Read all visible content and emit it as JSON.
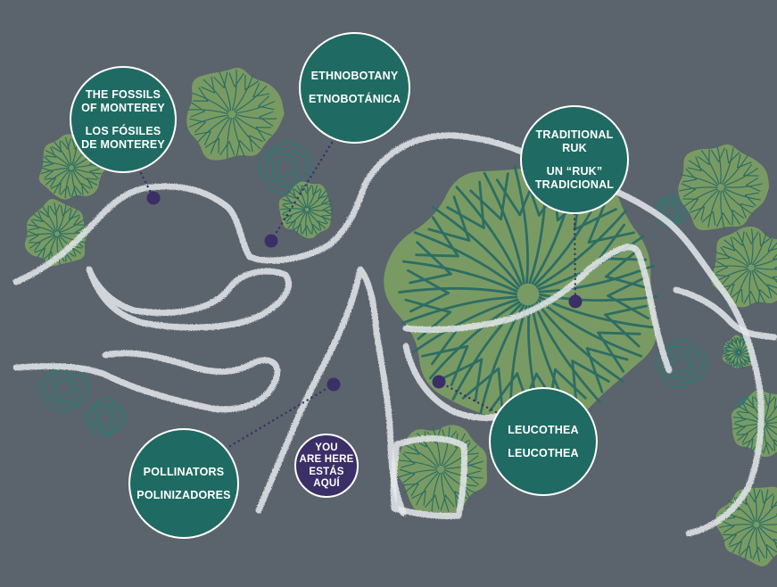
{
  "map": {
    "colors": {
      "background": "#5b636d",
      "stop_fill": "#1f6b63",
      "you_are_here_fill": "#3a2f66",
      "marker_dot": "#3a2f66",
      "tree_canopy": "#7fa461",
      "tree_vein": "#2d6d64",
      "shrub_outline": "#2f7a72",
      "trail": "#e6e9ec"
    },
    "stops": [
      {
        "id": "fossils",
        "en": [
          "THE FOSSILS",
          "OF MONTEREY"
        ],
        "es": [
          "LOS FÓSILES",
          "DE MONTEREY"
        ]
      },
      {
        "id": "ethnobotany",
        "en": [
          "ETHNOBOTANY"
        ],
        "es": [
          "ETNOBOTÁNICA"
        ]
      },
      {
        "id": "ruk",
        "en": [
          "TRADITIONAL",
          "RUK"
        ],
        "es": [
          "UN “RUK”",
          "TRADICIONAL"
        ]
      },
      {
        "id": "leucothea",
        "en": [
          "LEUCOTHEA"
        ],
        "es": [
          "LEUCOTHEA"
        ]
      },
      {
        "id": "pollinators",
        "en": [
          "POLLINATORS"
        ],
        "es": [
          "POLINIZADORES"
        ]
      }
    ],
    "you_are_here": {
      "en": [
        "YOU",
        "ARE HERE"
      ],
      "es": [
        "ESTÁS",
        "AQUÍ"
      ]
    }
  }
}
